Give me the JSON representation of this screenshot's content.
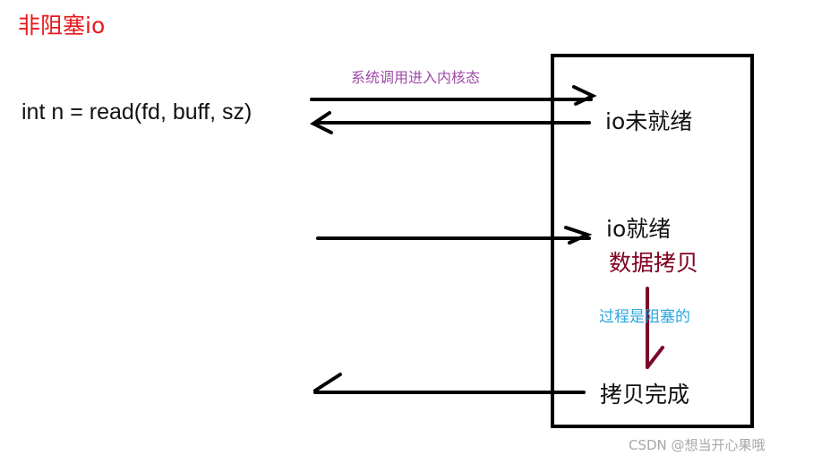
{
  "diagram": {
    "title": "非阻塞io",
    "call_code": "int n = read(fd, buff, sz)",
    "syscall_label": "系统调用进入内核态",
    "kernel_states": {
      "not_ready": "io未就绪",
      "ready": "io就绪",
      "data_copy": "数据拷贝",
      "blocking_note": "过程是阻塞的",
      "copy_done": "拷贝完成"
    }
  },
  "watermark": "CSDN @想当开心果哦",
  "colors": {
    "title": "#e8191d",
    "syscall_label": "#a04aa8",
    "data_copy": "#800020",
    "blocking_note": "#2aa6df",
    "copy_arrow": "#7a0a2a",
    "lines": "#000000"
  }
}
